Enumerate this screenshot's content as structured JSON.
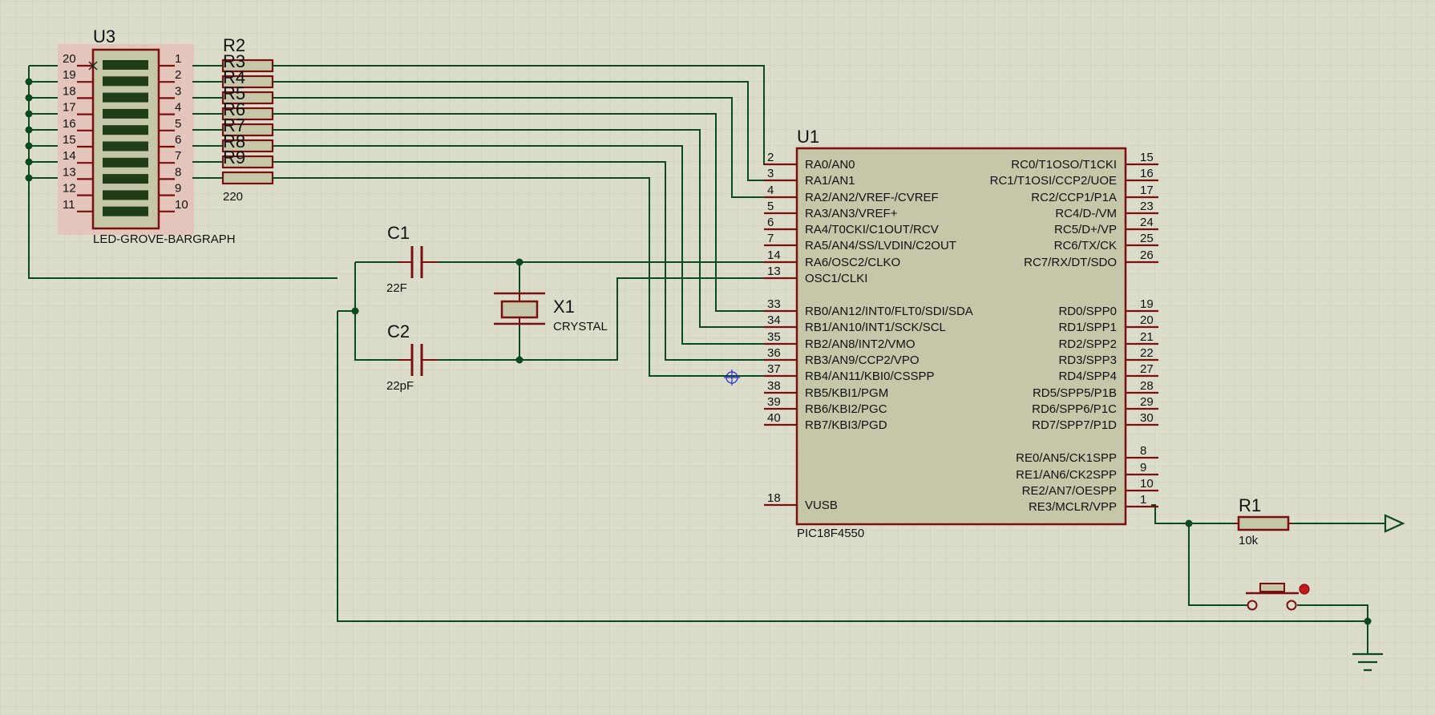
{
  "colors": {
    "background": "#dcdcca",
    "grid": "#cfcfbd",
    "wire": "#0b4a1e",
    "component_outline": "#7a0f0f",
    "ic_fill": "#c6c6a8",
    "resistor_fill": "#c6c6a8",
    "led_segment": "#1f3d16",
    "highlight": "#e7bdb5",
    "probe": "#2a2ad0"
  },
  "u1": {
    "ref": "U1",
    "part": "PIC18F4550",
    "left_pins": [
      {
        "num": "2",
        "label": "RA0/AN0"
      },
      {
        "num": "3",
        "label": "RA1/AN1"
      },
      {
        "num": "4",
        "label": "RA2/AN2/VREF-/CVREF"
      },
      {
        "num": "5",
        "label": "RA3/AN3/VREF+"
      },
      {
        "num": "6",
        "label": "RA4/T0CKI/C1OUT/RCV"
      },
      {
        "num": "7",
        "label": "RA5/AN4/SS/LVDIN/C2OUT"
      },
      {
        "num": "14",
        "label": "RA6/OSC2/CLKO"
      },
      {
        "num": "13",
        "label": "OSC1/CLKI"
      },
      {
        "num": "33",
        "label": "RB0/AN12/INT0/FLT0/SDI/SDA"
      },
      {
        "num": "34",
        "label": "RB1/AN10/INT1/SCK/SCL"
      },
      {
        "num": "35",
        "label": "RB2/AN8/INT2/VMO"
      },
      {
        "num": "36",
        "label": "RB3/AN9/CCP2/VPO"
      },
      {
        "num": "37",
        "label": "RB4/AN11/KBI0/CSSPP"
      },
      {
        "num": "38",
        "label": "RB5/KBI1/PGM"
      },
      {
        "num": "39",
        "label": "RB6/KBI2/PGC"
      },
      {
        "num": "40",
        "label": "RB7/KBI3/PGD"
      },
      {
        "num": "18",
        "label": "VUSB"
      }
    ],
    "right_pins": [
      {
        "num": "15",
        "label": "RC0/T1OSO/T1CKI"
      },
      {
        "num": "16",
        "label": "RC1/T1OSI/CCP2/UOE"
      },
      {
        "num": "17",
        "label": "RC2/CCP1/P1A"
      },
      {
        "num": "23",
        "label": "RC4/D-/VM"
      },
      {
        "num": "24",
        "label": "RC5/D+/VP"
      },
      {
        "num": "25",
        "label": "RC6/TX/CK"
      },
      {
        "num": "26",
        "label": "RC7/RX/DT/SDO"
      },
      {
        "num": "19",
        "label": "RD0/SPP0"
      },
      {
        "num": "20",
        "label": "RD1/SPP1"
      },
      {
        "num": "21",
        "label": "RD2/SPP2"
      },
      {
        "num": "22",
        "label": "RD3/SPP3"
      },
      {
        "num": "27",
        "label": "RD4/SPP4"
      },
      {
        "num": "28",
        "label": "RD5/SPP5/P1B"
      },
      {
        "num": "29",
        "label": "RD6/SPP6/P1C"
      },
      {
        "num": "30",
        "label": "RD7/SPP7/P1D"
      },
      {
        "num": "8",
        "label": "RE0/AN5/CK1SPP"
      },
      {
        "num": "9",
        "label": "RE1/AN6/CK2SPP"
      },
      {
        "num": "10",
        "label": "RE2/AN7/OESPP"
      },
      {
        "num": "1",
        "label": "RE3/MCLR/VPP"
      }
    ]
  },
  "u3": {
    "ref": "U3",
    "part": "LED-GROVE-BARGRAPH",
    "left_pins": [
      "20",
      "19",
      "18",
      "17",
      "16",
      "15",
      "14",
      "13",
      "12",
      "11"
    ],
    "right_pins": [
      "1",
      "2",
      "3",
      "4",
      "5",
      "6",
      "7",
      "8",
      "9",
      "10"
    ]
  },
  "resistor_array": {
    "refs": [
      "R2",
      "R3",
      "R4",
      "R5",
      "R6",
      "R7",
      "R8",
      "R9"
    ],
    "value": "220"
  },
  "c1": {
    "ref": "C1",
    "value": "22F"
  },
  "c2": {
    "ref": "C2",
    "value": "22pF"
  },
  "x1": {
    "ref": "X1",
    "value": "CRYSTAL"
  },
  "r1": {
    "ref": "R1",
    "value": "10k"
  }
}
